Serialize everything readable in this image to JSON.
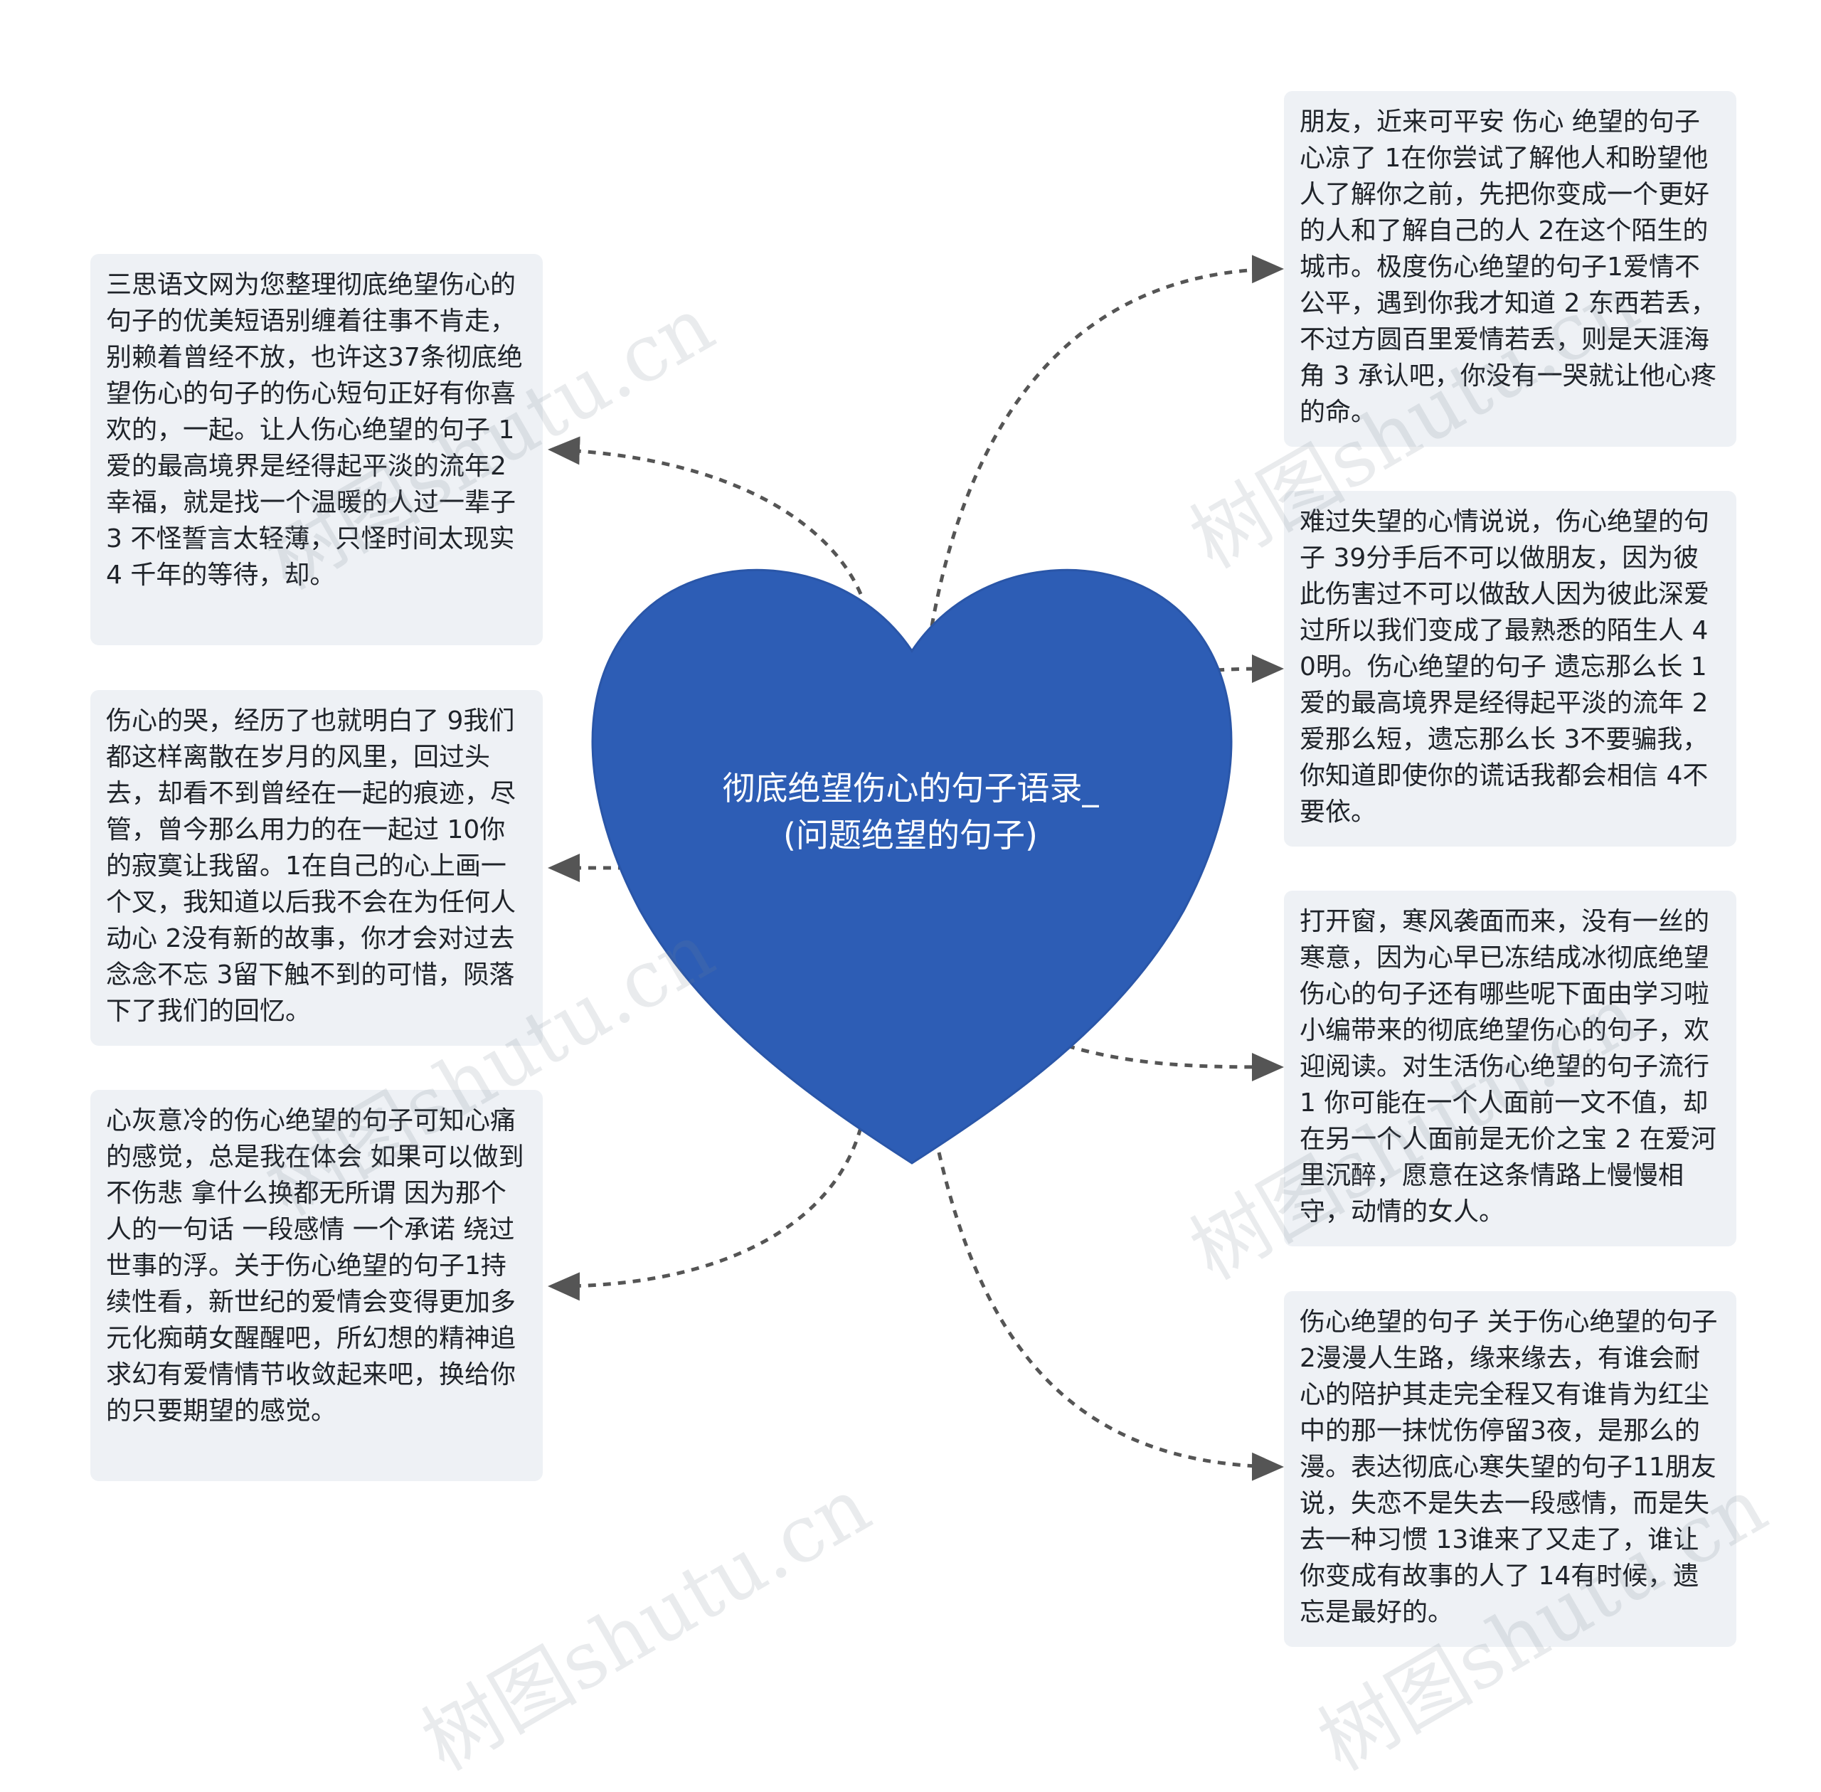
{
  "center": {
    "title_line1": "彻底绝望伤心的句子语录_",
    "title_line2": "(问题绝望的句子)",
    "color": "#2d5db5"
  },
  "left_cards": [
    {
      "text": "三思语文网为您整理彻底绝望伤心的句子的优美短语别缠着往事不肯走，别赖着曾经不放，也许这37条彻底绝望伤心的句子的伤心短句正好有你喜欢的，一起。让人伤心绝望的句子 1 爱的最高境界是经得起平淡的流年2 幸福，就是找一个温暖的人过一辈子3 不怪誓言太轻薄，只怪时间太现实4 千年的等待，却。"
    },
    {
      "text": "伤心的哭，经历了也就明白了 9我们都这样离散在岁月的风里，回过头去，却看不到曾经在一起的痕迹，尽管，曾今那么用力的在一起过 10你的寂寞让我留。1在自己的心上画一个叉，我知道以后我不会在为任何人动心 2没有新的故事，你才会对过去念念不忘 3留下触不到的可惜，陨落下了我们的回忆。"
    },
    {
      "text": "心灰意冷的伤心绝望的句子可知心痛的感觉，总是我在体会 如果可以做到不伤悲 拿什么换都无所谓 因为那个人的一句话 一段感情 一个承诺 绕过世事的浮。关于伤心绝望的句子1持续性看，新世纪的爱情会变得更加多元化痴萌女醒醒吧，所幻想的精神追求幻有爱情情节收敛起来吧，换给你的只要期望的感觉。"
    }
  ],
  "right_cards": [
    {
      "text": "朋友，近来可平安 伤心 绝望的句子心凉了 1在你尝试了解他人和盼望他人了解你之前，先把你变成一个更好的人和了解自己的人 2在这个陌生的城市。极度伤心绝望的句子1爱情不公平，遇到你我才知道 2 东西若丢，不过方圆百里爱情若丢，则是天涯海角 3 承认吧，你没有一哭就让他心疼的命。"
    },
    {
      "text": "难过失望的心情说说，伤心绝望的句子 39分手后不可以做朋友，因为彼此伤害过不可以做敌人因为彼此深爱过所以我们变成了最熟悉的陌生人 40明。伤心绝望的句子 遗忘那么长 1爱的最高境界是经得起平淡的流年 2爱那么短，遗忘那么长 3不要骗我，你知道即使你的谎话我都会相信 4不要依。"
    },
    {
      "text": "打开窗，寒风袭面而来，没有一丝的寒意，因为心早已冻结成冰彻底绝望伤心的句子还有哪些呢下面由学习啦小编带来的彻底绝望伤心的句子，欢迎阅读。对生活伤心绝望的句子流行 1 你可能在一个人面前一文不值，却在另一个人面前是无价之宝 2 在爱河里沉醉，愿意在这条情路上慢慢相守，动情的女人。"
    },
    {
      "text": "伤心绝望的句子  关于伤心绝望的句子 2漫漫人生路，缘来缘去，有谁会耐心的陪护其走完全程又有谁肯为红尘中的那一抹忧伤停留3夜，是那么的漫。表达彻底心寒失望的句子11朋友说，失恋不是失去一段感情，而是失去一种习惯 13谁来了又走了，谁让你变成有故事的人了 14有时候，遗忘是最好的。"
    }
  ],
  "watermarks": [
    "树图shutu.cn",
    "树图shutu.cn",
    "树图shutu.cn",
    "树图shutu.cn",
    "树图shutu.cn",
    "树图shutu.cn"
  ],
  "colors": {
    "card_bg": "#eef1f5",
    "connector": "#555555",
    "heart": "#2d5db5"
  }
}
